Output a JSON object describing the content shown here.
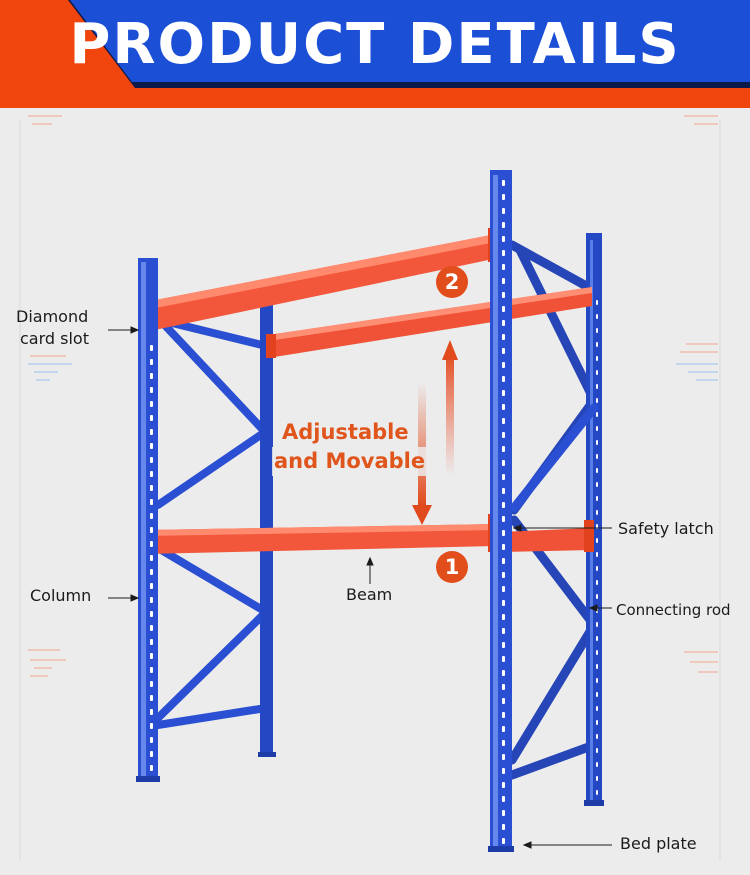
{
  "header": {
    "title": "PRODUCT DETAILS"
  },
  "callouts": {
    "diamond_slot_line1": "Diamond",
    "diamond_slot_line2": "card slot",
    "column": "Column",
    "beam": "Beam",
    "safety_latch": "Safety latch",
    "connecting_rod": "Connecting rod",
    "bed_plate": "Bed plate",
    "adjustable_line1": "Adjustable",
    "adjustable_line2": "and Movable"
  },
  "badges": {
    "beam_level_1": "1",
    "beam_level_2": "2"
  },
  "colors": {
    "banner_blue": "#1b4fd6",
    "banner_orange": "#f0450c",
    "upright_blue": "#2a4fd2",
    "beam_orange": "#f2573c",
    "accent_text": "#e0551c",
    "background": "#ececec"
  }
}
